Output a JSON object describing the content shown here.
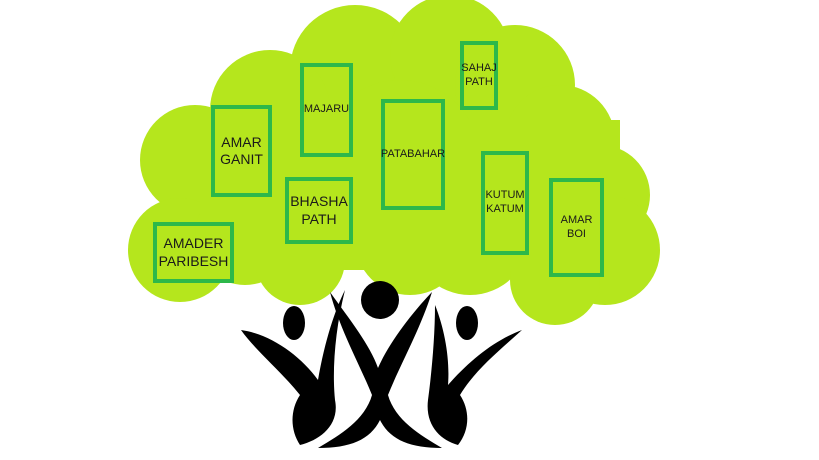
{
  "colors": {
    "canopy": "#b5e61d",
    "book_border": "#2db84a",
    "figures": "#000000",
    "text": "#1a1a1a"
  },
  "books": [
    {
      "id": "amar-ganit",
      "lines": [
        "AMAR",
        "GANIT"
      ]
    },
    {
      "id": "majaru",
      "lines": [
        "MAJARU"
      ]
    },
    {
      "id": "bhasha-path",
      "lines": [
        "BHASHA",
        "PATH"
      ]
    },
    {
      "id": "patabahar",
      "lines": [
        "PATABAHAR"
      ]
    },
    {
      "id": "sahaj-path",
      "lines": [
        "SAHAJ",
        "PATH"
      ]
    },
    {
      "id": "kutum-katum",
      "lines": [
        "KUTUM",
        "KATUM"
      ]
    },
    {
      "id": "amar-boi",
      "lines": [
        "AMAR",
        "BOI"
      ]
    },
    {
      "id": "amader-paribesh",
      "lines": [
        "AMADER",
        "PARIBESH"
      ]
    }
  ]
}
